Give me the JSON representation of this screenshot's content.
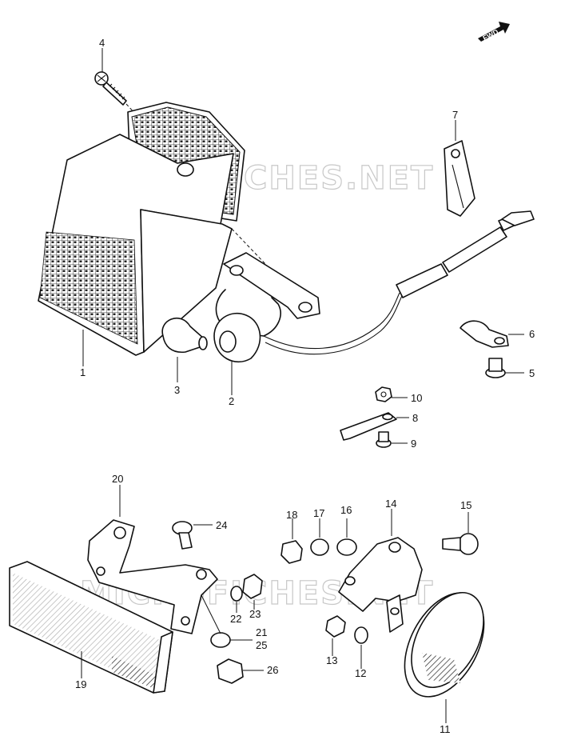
{
  "badge": {
    "text": "FWD"
  },
  "watermark": {
    "text": "MICROFICHES.NET"
  },
  "callouts": [
    {
      "id": "c1",
      "text": "1"
    },
    {
      "id": "c2",
      "text": "2"
    },
    {
      "id": "c3",
      "text": "3"
    },
    {
      "id": "c4",
      "text": "4"
    },
    {
      "id": "c5",
      "text": "5"
    },
    {
      "id": "c6",
      "text": "6"
    },
    {
      "id": "c7",
      "text": "7"
    },
    {
      "id": "c8",
      "text": "8"
    },
    {
      "id": "c9",
      "text": "9"
    },
    {
      "id": "c10",
      "text": "10"
    },
    {
      "id": "c11",
      "text": "11"
    },
    {
      "id": "c12",
      "text": "12"
    },
    {
      "id": "c13",
      "text": "13"
    },
    {
      "id": "c14",
      "text": "14"
    },
    {
      "id": "c15",
      "text": "15"
    },
    {
      "id": "c16",
      "text": "16"
    },
    {
      "id": "c17",
      "text": "17"
    },
    {
      "id": "c18",
      "text": "18"
    },
    {
      "id": "c19",
      "text": "19"
    },
    {
      "id": "c20",
      "text": "20"
    },
    {
      "id": "c21",
      "text": "21"
    },
    {
      "id": "c22",
      "text": "22"
    },
    {
      "id": "c23",
      "text": "23"
    },
    {
      "id": "c24",
      "text": "24"
    },
    {
      "id": "c25",
      "text": "25"
    },
    {
      "id": "c26",
      "text": "26"
    }
  ]
}
